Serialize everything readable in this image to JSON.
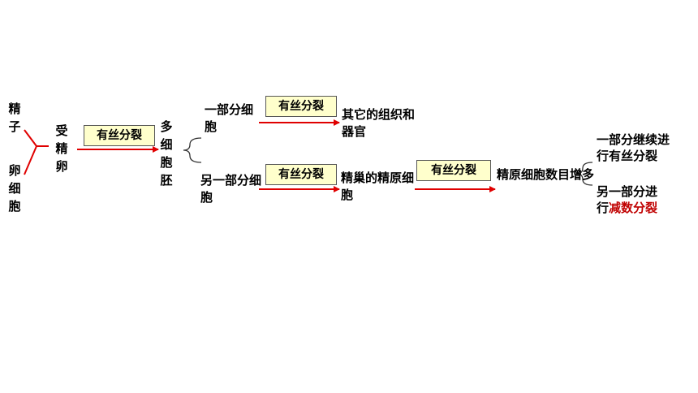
{
  "diagram": {
    "sperm": "精子",
    "egg": "卵细胞",
    "zygote": "受精卵",
    "multicellular_embryo": "多细胞胚",
    "mitosis": "有丝分裂",
    "part_cells": "一部分细胞",
    "other_tissues": "其它的组织和器官",
    "other_part_cells": "另一部分细胞",
    "testis_spermatogonia": "精巢的精原细胞",
    "spermatogonia_increase": "精原细胞数目增多",
    "continue_mitosis_prefix": "一部分继续进行",
    "continue_mitosis_suffix": "有丝分裂",
    "meiosis_prefix": "另一部分进行",
    "meiosis_suffix": "减数分裂",
    "colors": {
      "arrow": "#e00000",
      "box_fill": "#ffffcc",
      "meiosis_text": "#c00000"
    }
  }
}
